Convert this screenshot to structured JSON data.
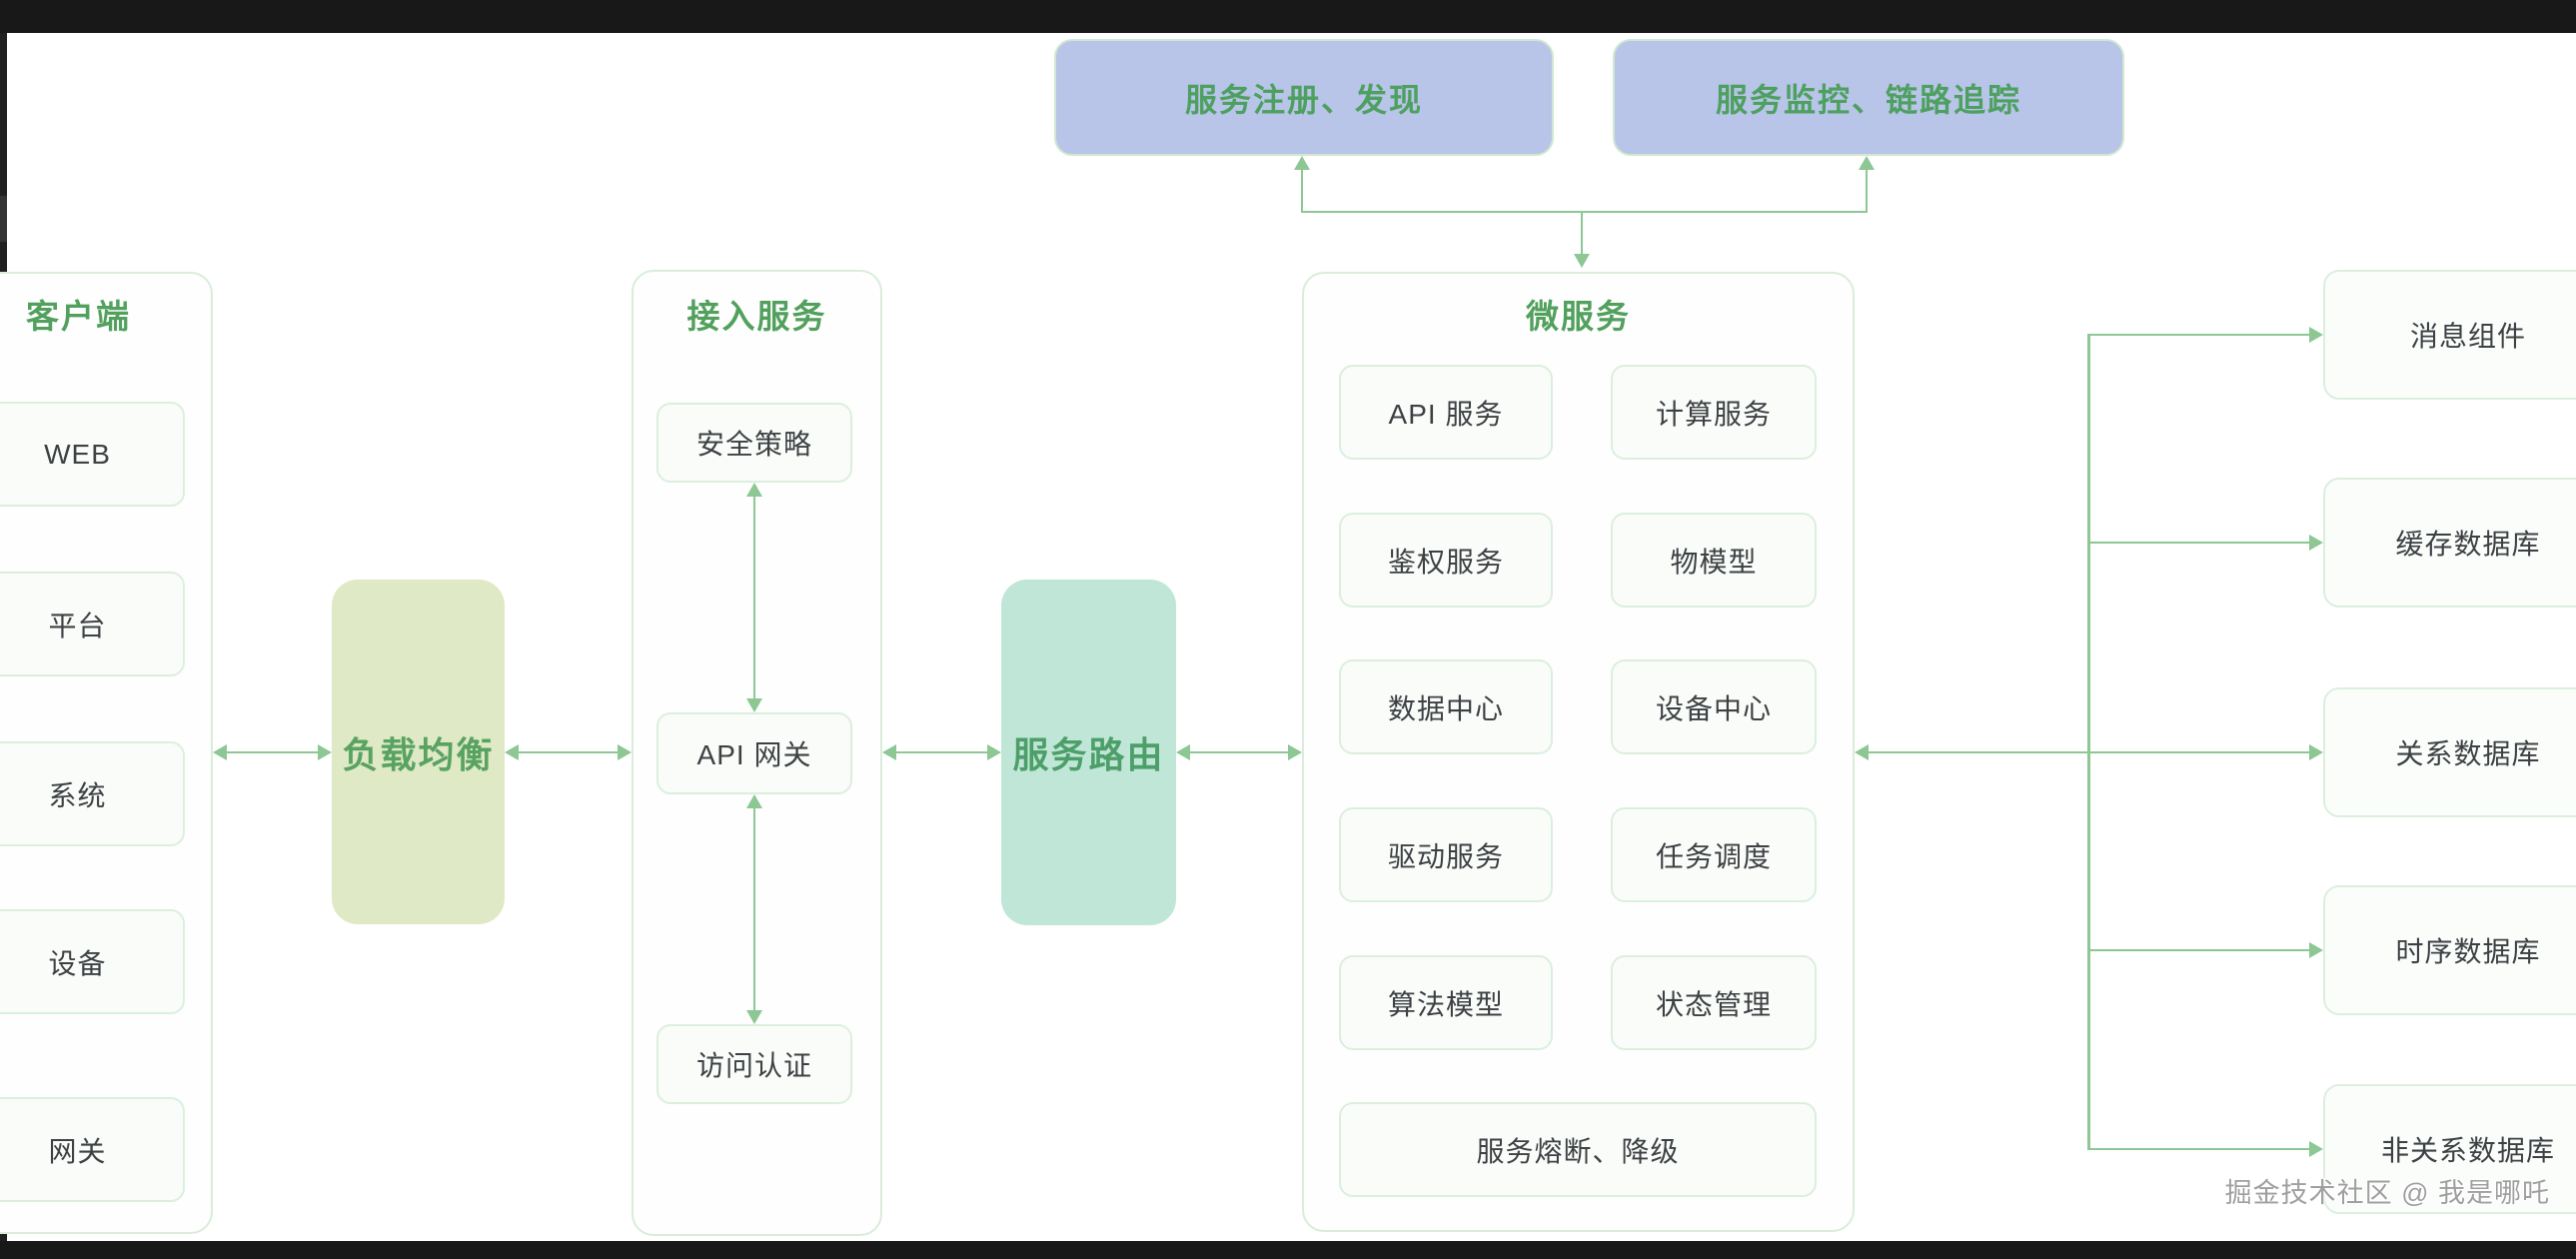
{
  "top_services": {
    "registry": "服务注册、发现",
    "monitor": "服务监控、链路追踪"
  },
  "client": {
    "title": "客户端",
    "items": [
      "WEB",
      "平台",
      "系统",
      "设备",
      "网关"
    ]
  },
  "load_balancer": {
    "label": "负载均衡"
  },
  "access": {
    "title": "接入服务",
    "items": [
      "安全策略",
      "API 网关",
      "访问认证"
    ]
  },
  "router": {
    "label": "服务路由"
  },
  "microservices": {
    "title": "微服务",
    "items": [
      "API 服务",
      "计算服务",
      "鉴权服务",
      "物模型",
      "数据中心",
      "设备中心",
      "驱动服务",
      "任务调度",
      "算法模型",
      "状态管理"
    ],
    "wide_item": "服务熔断、降级"
  },
  "storage": {
    "items": [
      "消息组件",
      "缓存数据库",
      "关系数据库",
      "时序数据库",
      "非关系数据库"
    ]
  },
  "watermark": "掘金技术社区 @ 我是哪吒",
  "colors": {
    "accent_green": "#52a05e",
    "arrow_green": "#8cc794",
    "registry_fill": "#b8c4e8",
    "load_balancer_fill": "#dfe9c6",
    "router_fill": "#c0e6d7"
  }
}
